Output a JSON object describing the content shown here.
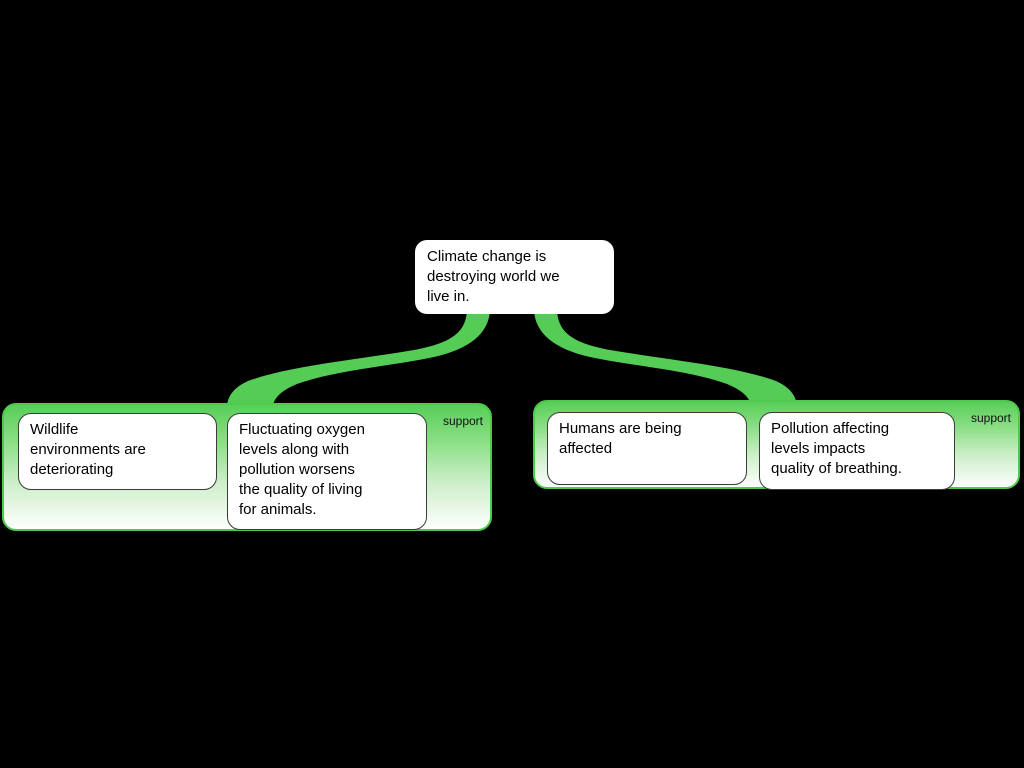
{
  "app": {
    "background_color": "#000000",
    "accent_green": "#55cc55",
    "node_fill": "#ffffff"
  },
  "claim": {
    "text": "Climate change is\ndestroying world we\nlive in."
  },
  "groups": [
    {
      "label": "support",
      "nodes": [
        {
          "text": "Wildlife\nenvironments are\ndeteriorating"
        },
        {
          "text": "Fluctuating oxygen\nlevels along with\npollution worsens\nthe quality of living\nfor animals."
        }
      ]
    },
    {
      "label": "support",
      "nodes": [
        {
          "text": "Humans are being\naffected"
        },
        {
          "text": "Pollution affecting\nlevels impacts\nquality of breathing."
        }
      ]
    }
  ]
}
